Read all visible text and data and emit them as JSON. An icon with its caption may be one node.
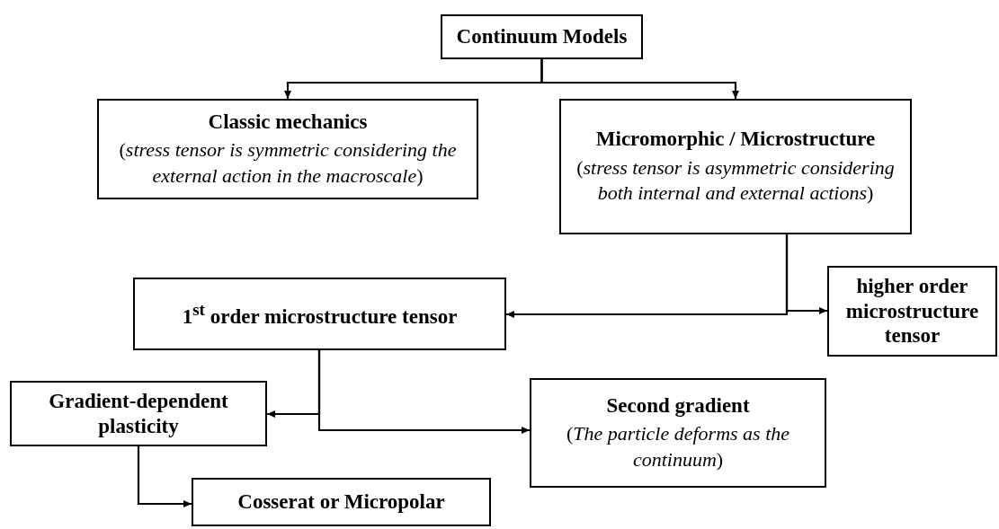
{
  "diagram": {
    "nodes": [
      {
        "text": [
          "Continuum Models"
        ]
      },
      {
        "text": [
          "Classic mechanics",
          "(*stress tensor is symmetric considering the external action in the macroscale*)"
        ]
      },
      {
        "text": [
          "Micromorphic / Microstructure",
          "(*stress tensor is asymmetric considering both internal and external actions*)"
        ]
      },
      {
        "text": [
          "1$^{st}$ order microstructure tensor"
        ]
      },
      {
        "text": [
          "higher order microstructure tensor"
        ]
      },
      {
        "text": [
          "Gradient-dependent plasticity"
        ]
      },
      {
        "text": [
          "Second gradient",
          "(*The particle deforms as the continuum*)"
        ]
      },
      {
        "text": [
          "Cosserat or Micropolar"
        ]
      }
    ],
    "edges": [
      {
        "from": 0,
        "to": 1,
        "arrow": "to"
      },
      {
        "from": 0,
        "to": 2,
        "arrow": "to"
      },
      {
        "from": 2,
        "to": 3,
        "arrow": "to"
      },
      {
        "from": 2,
        "to": 4,
        "arrow": "to"
      },
      {
        "from": 3,
        "to": 5,
        "arrow": "to"
      },
      {
        "from": 3,
        "to": 6,
        "arrow": "to"
      },
      {
        "from": 5,
        "to": 7,
        "arrow": "to"
      }
    ]
  }
}
